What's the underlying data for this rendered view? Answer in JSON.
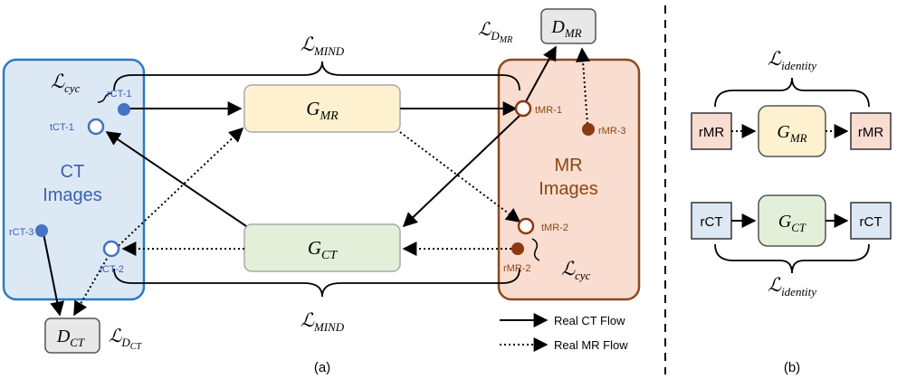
{
  "panels": {
    "a_caption": "(a)",
    "b_caption": "(b)"
  },
  "ct_box": {
    "title_line1": "CT",
    "title_line2": "Images",
    "loss_cyc": "ℒ",
    "loss_cyc_sub": "cyc",
    "points": {
      "rct1": "rCT-1",
      "tct1": "tCT-1",
      "rct3": "rCT-3",
      "tct2": "tCT-2"
    }
  },
  "mr_box": {
    "title_line1": "MR",
    "title_line2": "Images",
    "loss_cyc": "ℒ",
    "loss_cyc_sub": "cyc",
    "points": {
      "tmr1": "tMR-1",
      "rmr3": "rMR-3",
      "tmr2": "tMR-2",
      "rmr2": "rMR-2"
    }
  },
  "generators": {
    "gmr": {
      "g": "G",
      "sub": "MR"
    },
    "gct": {
      "g": "G",
      "sub": "CT"
    }
  },
  "discriminators": {
    "dmr": {
      "d": "D",
      "sub": "MR",
      "loss": "ℒ",
      "loss_sub_d": "D",
      "loss_sub_sub": "MR"
    },
    "dct": {
      "d": "D",
      "sub": "CT",
      "loss": "ℒ",
      "loss_sub_d": "D",
      "loss_sub_sub": "CT"
    }
  },
  "losses": {
    "mind_top": {
      "l": "ℒ",
      "sub": "MIND"
    },
    "mind_bottom": {
      "l": "ℒ",
      "sub": "MIND"
    },
    "identity_top": {
      "l": "ℒ",
      "sub": "identity"
    },
    "identity_bottom": {
      "l": "ℒ",
      "sub": "identity"
    }
  },
  "legend": {
    "real_ct": "Real CT Flow",
    "real_mr": "Real MR Flow"
  },
  "panel_b": {
    "rmr_left": "rMR",
    "rmr_right": "rMR",
    "rct_left": "rCT",
    "rct_right": "rCT"
  },
  "colors": {
    "ct_fill": "#dde8f5",
    "ct_border": "#2b7bc4",
    "ct_text": "#3a62b0",
    "ct_point": "#4472c4",
    "mr_fill": "#f8ddd0",
    "mr_border": "#8b4a1f",
    "mr_text": "#8b4513",
    "mr_point": "#8b3a12",
    "gmr_fill": "#fdf1cf",
    "gct_fill": "#e4efd9",
    "d_fill": "#e8e8e8"
  }
}
